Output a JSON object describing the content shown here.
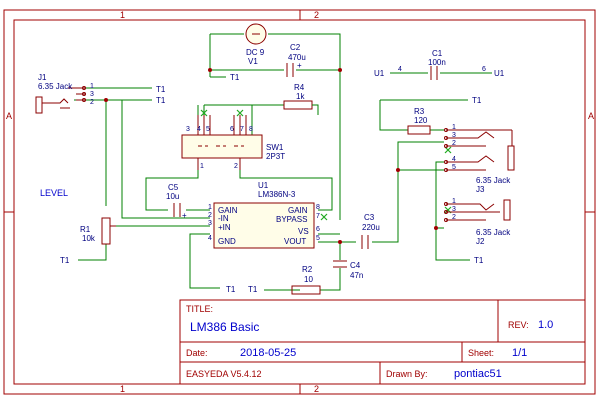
{
  "frame": {
    "col_labels": [
      "1",
      "2"
    ],
    "row_labels": [
      "A",
      "A"
    ]
  },
  "components": {
    "dc9": {
      "ref": "DC 9",
      "value": "V1"
    },
    "c2": {
      "ref": "C2",
      "value": "470u"
    },
    "c1": {
      "ref": "C1",
      "value": "100n"
    },
    "j1": {
      "ref": "J1",
      "value": "6.35 Jack"
    },
    "r4": {
      "ref": "R4",
      "value": "1k"
    },
    "r3": {
      "ref": "R3",
      "value": "120"
    },
    "sw1": {
      "ref": "SW1",
      "value": "2P3T"
    },
    "c5": {
      "ref": "C5",
      "value": "10u"
    },
    "u1": {
      "ref": "U1",
      "value": "LM386N-3"
    },
    "c3": {
      "ref": "C3",
      "value": "220u"
    },
    "c4": {
      "ref": "C4",
      "value": "47n"
    },
    "r2": {
      "ref": "R2",
      "value": "10"
    },
    "r1": {
      "ref": "R1",
      "value": "10k"
    },
    "j3": {
      "ref": "J3",
      "value": "6.35 Jack"
    },
    "j2": {
      "ref": "J2",
      "value": "6.35 Jack"
    }
  },
  "u1_pins": {
    "gain_l": "GAIN",
    "in_neg": "-IN",
    "in_pos": "+IN",
    "gnd": "GND",
    "gain_r": "GAIN",
    "bypass": "BYPASS",
    "vs": "VS",
    "vout": "VOUT"
  },
  "pin_numbers": {
    "u1": [
      "2",
      "3",
      "4",
      "8",
      "7",
      "6",
      "5"
    ],
    "u1_one": "1",
    "j1": [
      "1",
      "3",
      "2"
    ],
    "j3": [
      "1",
      "3",
      "2",
      "4",
      "5"
    ],
    "j2": [
      "1",
      "3",
      "2"
    ],
    "sw1_top": [
      "3",
      "4",
      "5",
      "6",
      "7",
      "8"
    ],
    "sw1_bottom": [
      "1",
      "2"
    ],
    "c1": [
      "4",
      "6"
    ],
    "c5_plus": "+",
    "c2_plus": "+"
  },
  "net_labels": {
    "t1": "T1",
    "u1": "U1"
  },
  "level_label": "LEVEL",
  "title_block": {
    "title_key": "TITLE:",
    "title": "LM386 Basic",
    "rev_key": "REV:",
    "rev": "1.0",
    "date_key": "Date:",
    "date": "2018-05-25",
    "sheet_key": "Sheet:",
    "sheet": "1/1",
    "tool": "EASYEDA V5.4.12",
    "drawn_key": "Drawn By:",
    "drawn": "pontiac51"
  },
  "colors": {
    "frame": "#a00000",
    "wire": "#008000",
    "part": "#8b0000",
    "label": "#000080",
    "value_text": "#0000cc",
    "no_connect": "#22aa22"
  }
}
